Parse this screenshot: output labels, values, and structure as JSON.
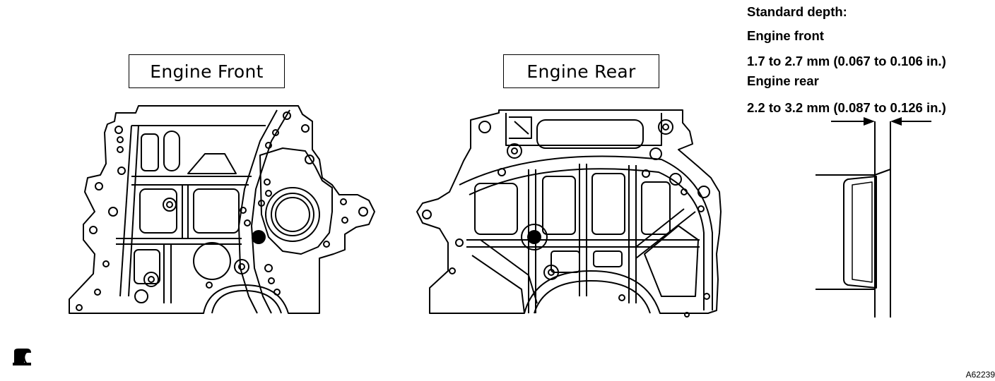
{
  "labels": {
    "engine_front": "Engine Front",
    "engine_rear": "Engine Rear"
  },
  "spec": {
    "title": "Standard depth:",
    "front_heading": "Engine front",
    "front_value": "1.7 to 2.7 mm (0.067 to 0.106 in.)",
    "rear_heading": "Engine rear",
    "rear_value": "2.2 to 3.2 mm (0.087 to 0.126 in.)"
  },
  "figure_code": "A62239",
  "icons": [
    "seal-install-icon",
    "seal-marker-dot",
    "dimension-arrow"
  ]
}
